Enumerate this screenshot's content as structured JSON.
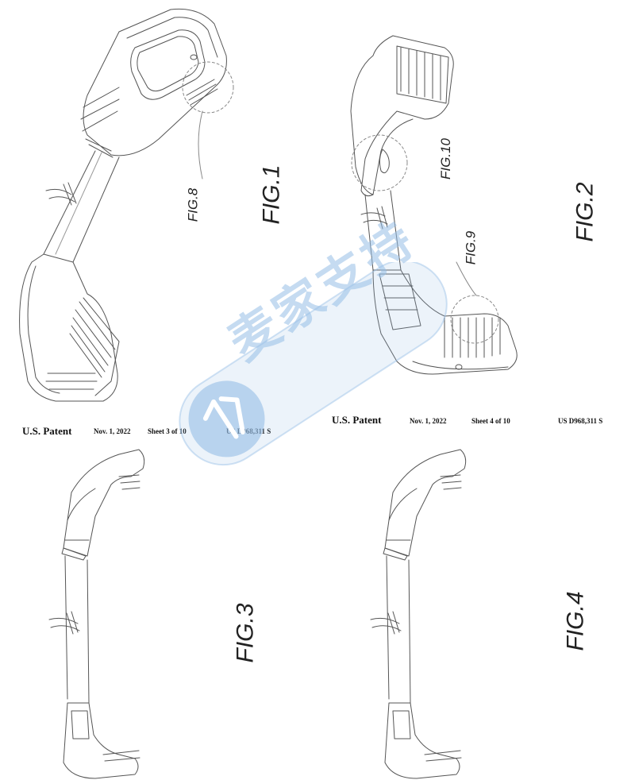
{
  "sheet_left": {
    "patent_label": "U.S. Patent",
    "date": "Nov. 1, 2022",
    "sheet": "Sheet 3 of 10",
    "number": "US D968,311 S"
  },
  "sheet_right": {
    "patent_label": "U.S. Patent",
    "date": "Nov. 1, 2022",
    "sheet": "Sheet 4 of 10",
    "number": "US D968,311 S"
  },
  "figures": {
    "fig1": "FIG.1",
    "fig2": "FIG.2",
    "fig3": "FIG.3",
    "fig4": "FIG.4",
    "fig8": "FIG.8",
    "fig9": "FIG.9",
    "fig10": "FIG.10"
  },
  "watermark": {
    "text": "麦家支持",
    "color": "#96bee6"
  }
}
